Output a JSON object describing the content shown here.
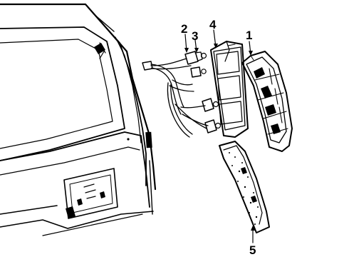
{
  "callouts": [
    {
      "id": "part-1",
      "label": "1"
    },
    {
      "id": "part-2",
      "label": "2"
    },
    {
      "id": "part-3",
      "label": "3"
    },
    {
      "id": "part-4",
      "label": "4"
    },
    {
      "id": "part-5",
      "label": "5"
    }
  ]
}
